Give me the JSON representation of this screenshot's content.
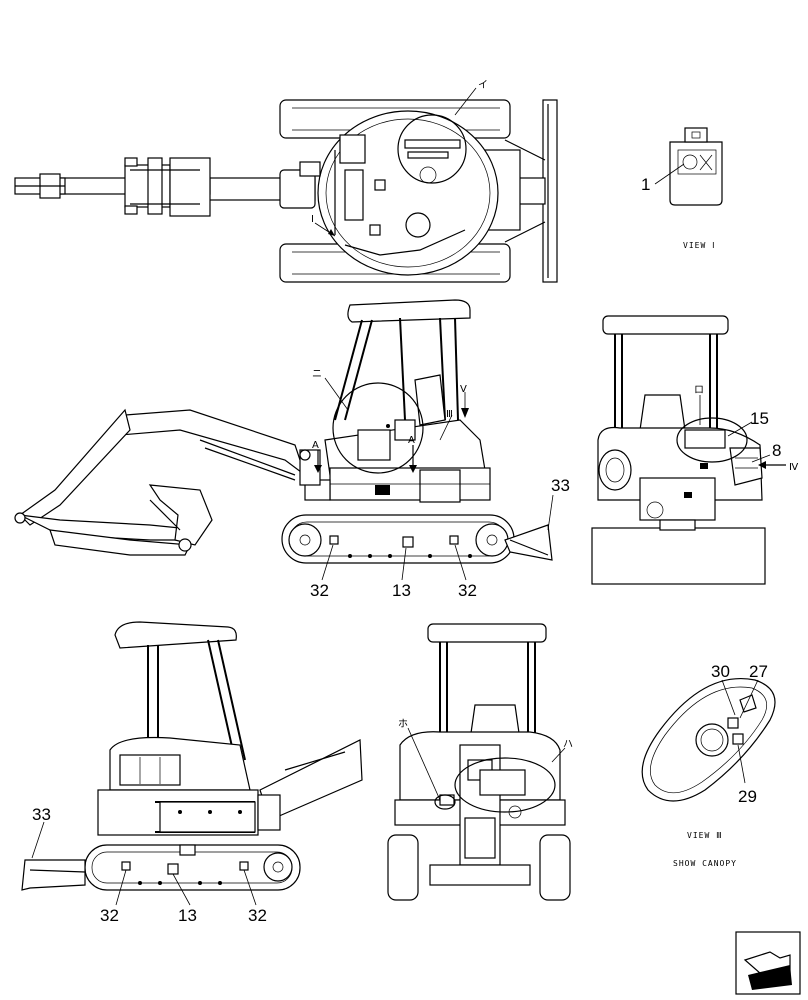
{
  "labels": {
    "view_1": "VIEW Ⅰ",
    "view_3": "VIEW Ⅲ",
    "show_canopy": "SHOW CANOPY",
    "mark_i_top": "イ",
    "mark_i_view": "Ⅰ",
    "mark_ni": "ニ",
    "mark_v": "Ⅴ",
    "mark_iii": "Ⅲ",
    "mark_a_left": "A",
    "mark_a_right": "A",
    "mark_ro": "ロ",
    "mark_iv": "Ⅳ",
    "mark_ho": "ホ",
    "mark_ha": "ハ"
  },
  "callouts": {
    "c1": "1",
    "c15": "15",
    "c8": "8",
    "c33_side": "33",
    "c32_side_left": "32",
    "c13_side": "13",
    "c32_side_right": "32",
    "c30": "30",
    "c27": "27",
    "c29": "29",
    "c33_rear": "33",
    "c32_rear_left": "32",
    "c13_rear": "13",
    "c32_rear_right": "32"
  }
}
